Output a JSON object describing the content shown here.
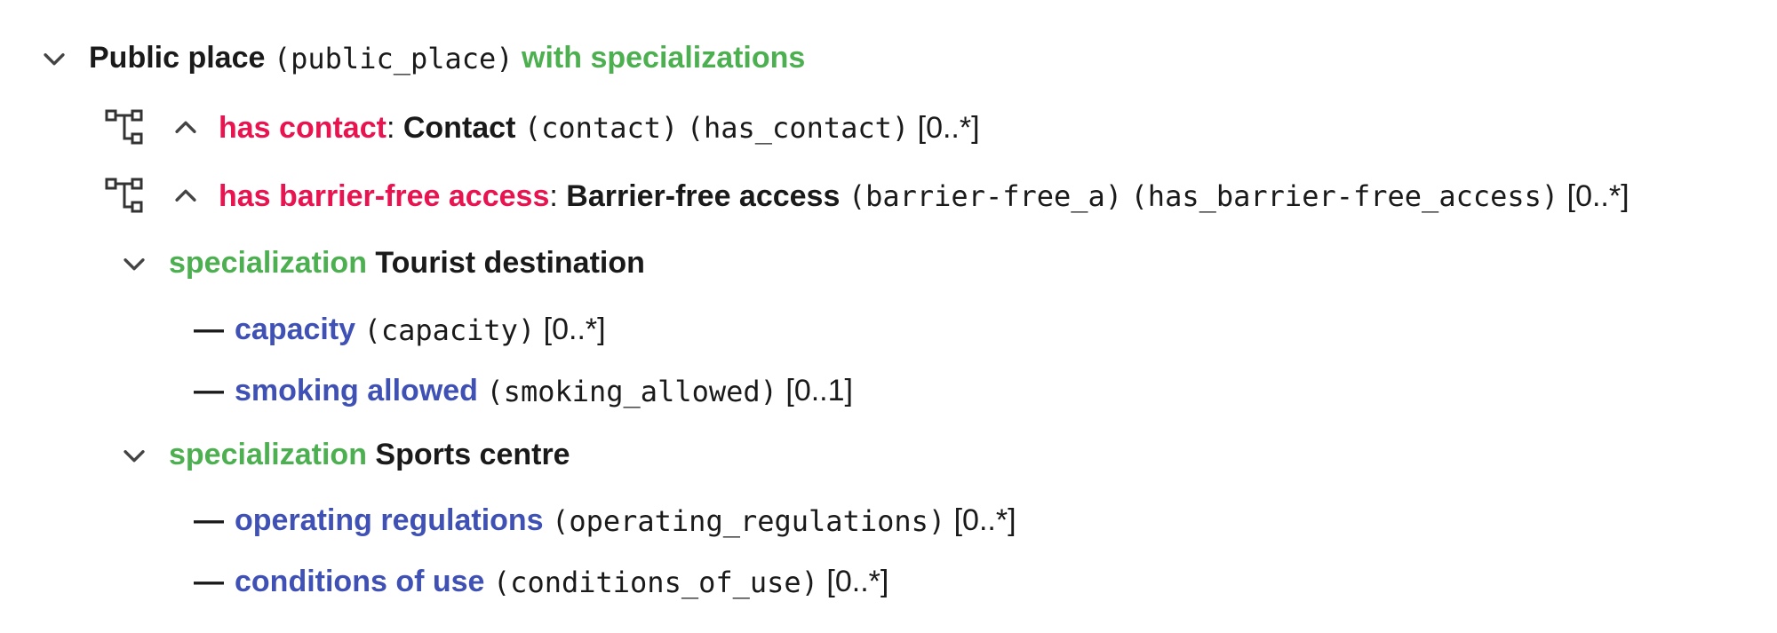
{
  "root": {
    "name": "Public place",
    "code": "(public_place)",
    "suffix": "with specializations"
  },
  "associations": [
    {
      "label": "has contact",
      "sep": ":",
      "target": "Contact",
      "target_code": "(contact)",
      "code": "(has_contact)",
      "cardinality": "[0..*]"
    },
    {
      "label": "has barrier-free access",
      "sep": ":",
      "target": "Barrier-free access",
      "target_code": "(barrier-free_a)",
      "code": "(has_barrier-free_access)",
      "cardinality": "[0..*]"
    }
  ],
  "specializations": [
    {
      "keyword": "specialization",
      "name": "Tourist destination",
      "attributes": [
        {
          "dash": "—",
          "label": "capacity",
          "code": "(capacity)",
          "cardinality": "[0..*]"
        },
        {
          "dash": "—",
          "label": "smoking allowed",
          "code": "(smoking_allowed)",
          "cardinality": "[0..1]"
        }
      ]
    },
    {
      "keyword": "specialization",
      "name": "Sports centre",
      "attributes": [
        {
          "dash": "—",
          "label": "operating regulations",
          "code": "(operating_regulations)",
          "cardinality": "[0..*]"
        },
        {
          "dash": "—",
          "label": "conditions of use",
          "code": "(conditions_of_use)",
          "cardinality": "[0..*]"
        }
      ]
    }
  ],
  "icons": {
    "collapse": "chevron-down-icon",
    "expand": "chevron-up-icon",
    "tree": "class-diagram-icon"
  },
  "colors": {
    "association": "#e8134f",
    "specialization": "#4caf50",
    "attribute": "#3f51b5",
    "text": "#1a1a1a"
  }
}
